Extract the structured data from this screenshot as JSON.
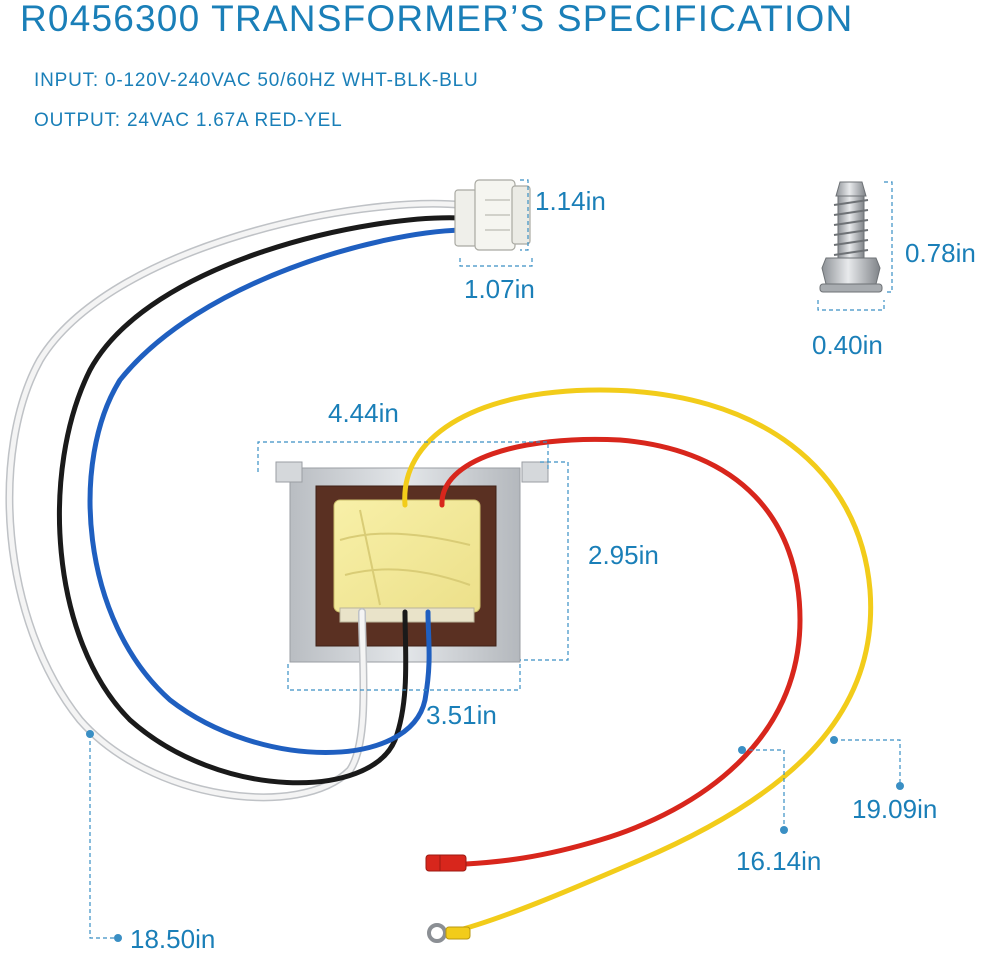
{
  "title": "R0456300 TRANSFORMER’S SPECIFICATION",
  "specs": {
    "input": "INPUT: 0-120V-240VAC 50/60HZ WHT-BLK-BLU",
    "output": "OUTPUT: 24VAC 1.67A RED-YEL"
  },
  "dimensions": {
    "connector_height": "1.14in",
    "connector_width": "1.07in",
    "screw_height": "0.78in",
    "screw_width": "0.40in",
    "transformer_width_top": "4.44in",
    "transformer_height": "2.95in",
    "transformer_width_bottom": "3.51in",
    "white_lead_length": "18.50in",
    "red_lead_length": "16.14in",
    "yellow_lead_length": "19.09in"
  },
  "colors": {
    "text": "#1a7fb8",
    "dimension_line": "#3a8fc4",
    "wire_white": "#e8e8e8",
    "wire_black": "#1a1a1a",
    "wire_blue": "#1f5fc0",
    "wire_red": "#d8261c",
    "wire_yellow": "#f2cc1a",
    "coil_tape": "#f5eb9a",
    "core_brown": "#5a3022",
    "frame_gray": "#c9cdd2"
  }
}
